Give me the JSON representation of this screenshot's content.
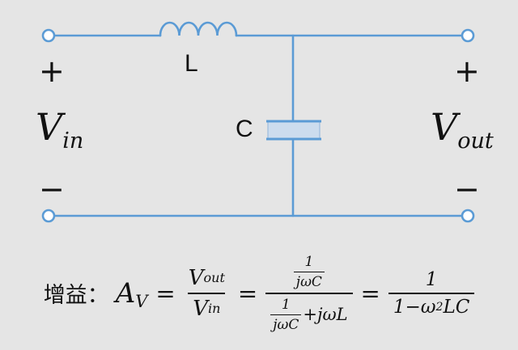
{
  "colors": {
    "background": "#e5e5e5",
    "wire": "#5b9bd5",
    "capacitor_fill": "#ccdcee",
    "text": "#111111"
  },
  "circuit": {
    "inductor_label": "L",
    "capacitor_label": "C",
    "v_in": {
      "base": "V",
      "sub": "in"
    },
    "v_out": {
      "base": "V",
      "sub": "out"
    },
    "left_plus": "+",
    "left_minus": "−",
    "right_plus": "+",
    "right_minus": "−"
  },
  "formula": {
    "prefix": "增益：",
    "gain": {
      "base": "A",
      "sub": "V"
    },
    "eq": "=",
    "frac_v": {
      "num_base": "V",
      "num_sub": "out",
      "den_base": "V",
      "den_sub": "in"
    },
    "frac_mid": {
      "num_frac": {
        "num": "1",
        "den": "jωC"
      },
      "den_frac": {
        "num": "1",
        "den": "jωC"
      },
      "den_suffix": "+jωL"
    },
    "frac_res": {
      "num": "1",
      "den_pre": "1−ω",
      "den_sup": "2",
      "den_post": "LC"
    }
  }
}
